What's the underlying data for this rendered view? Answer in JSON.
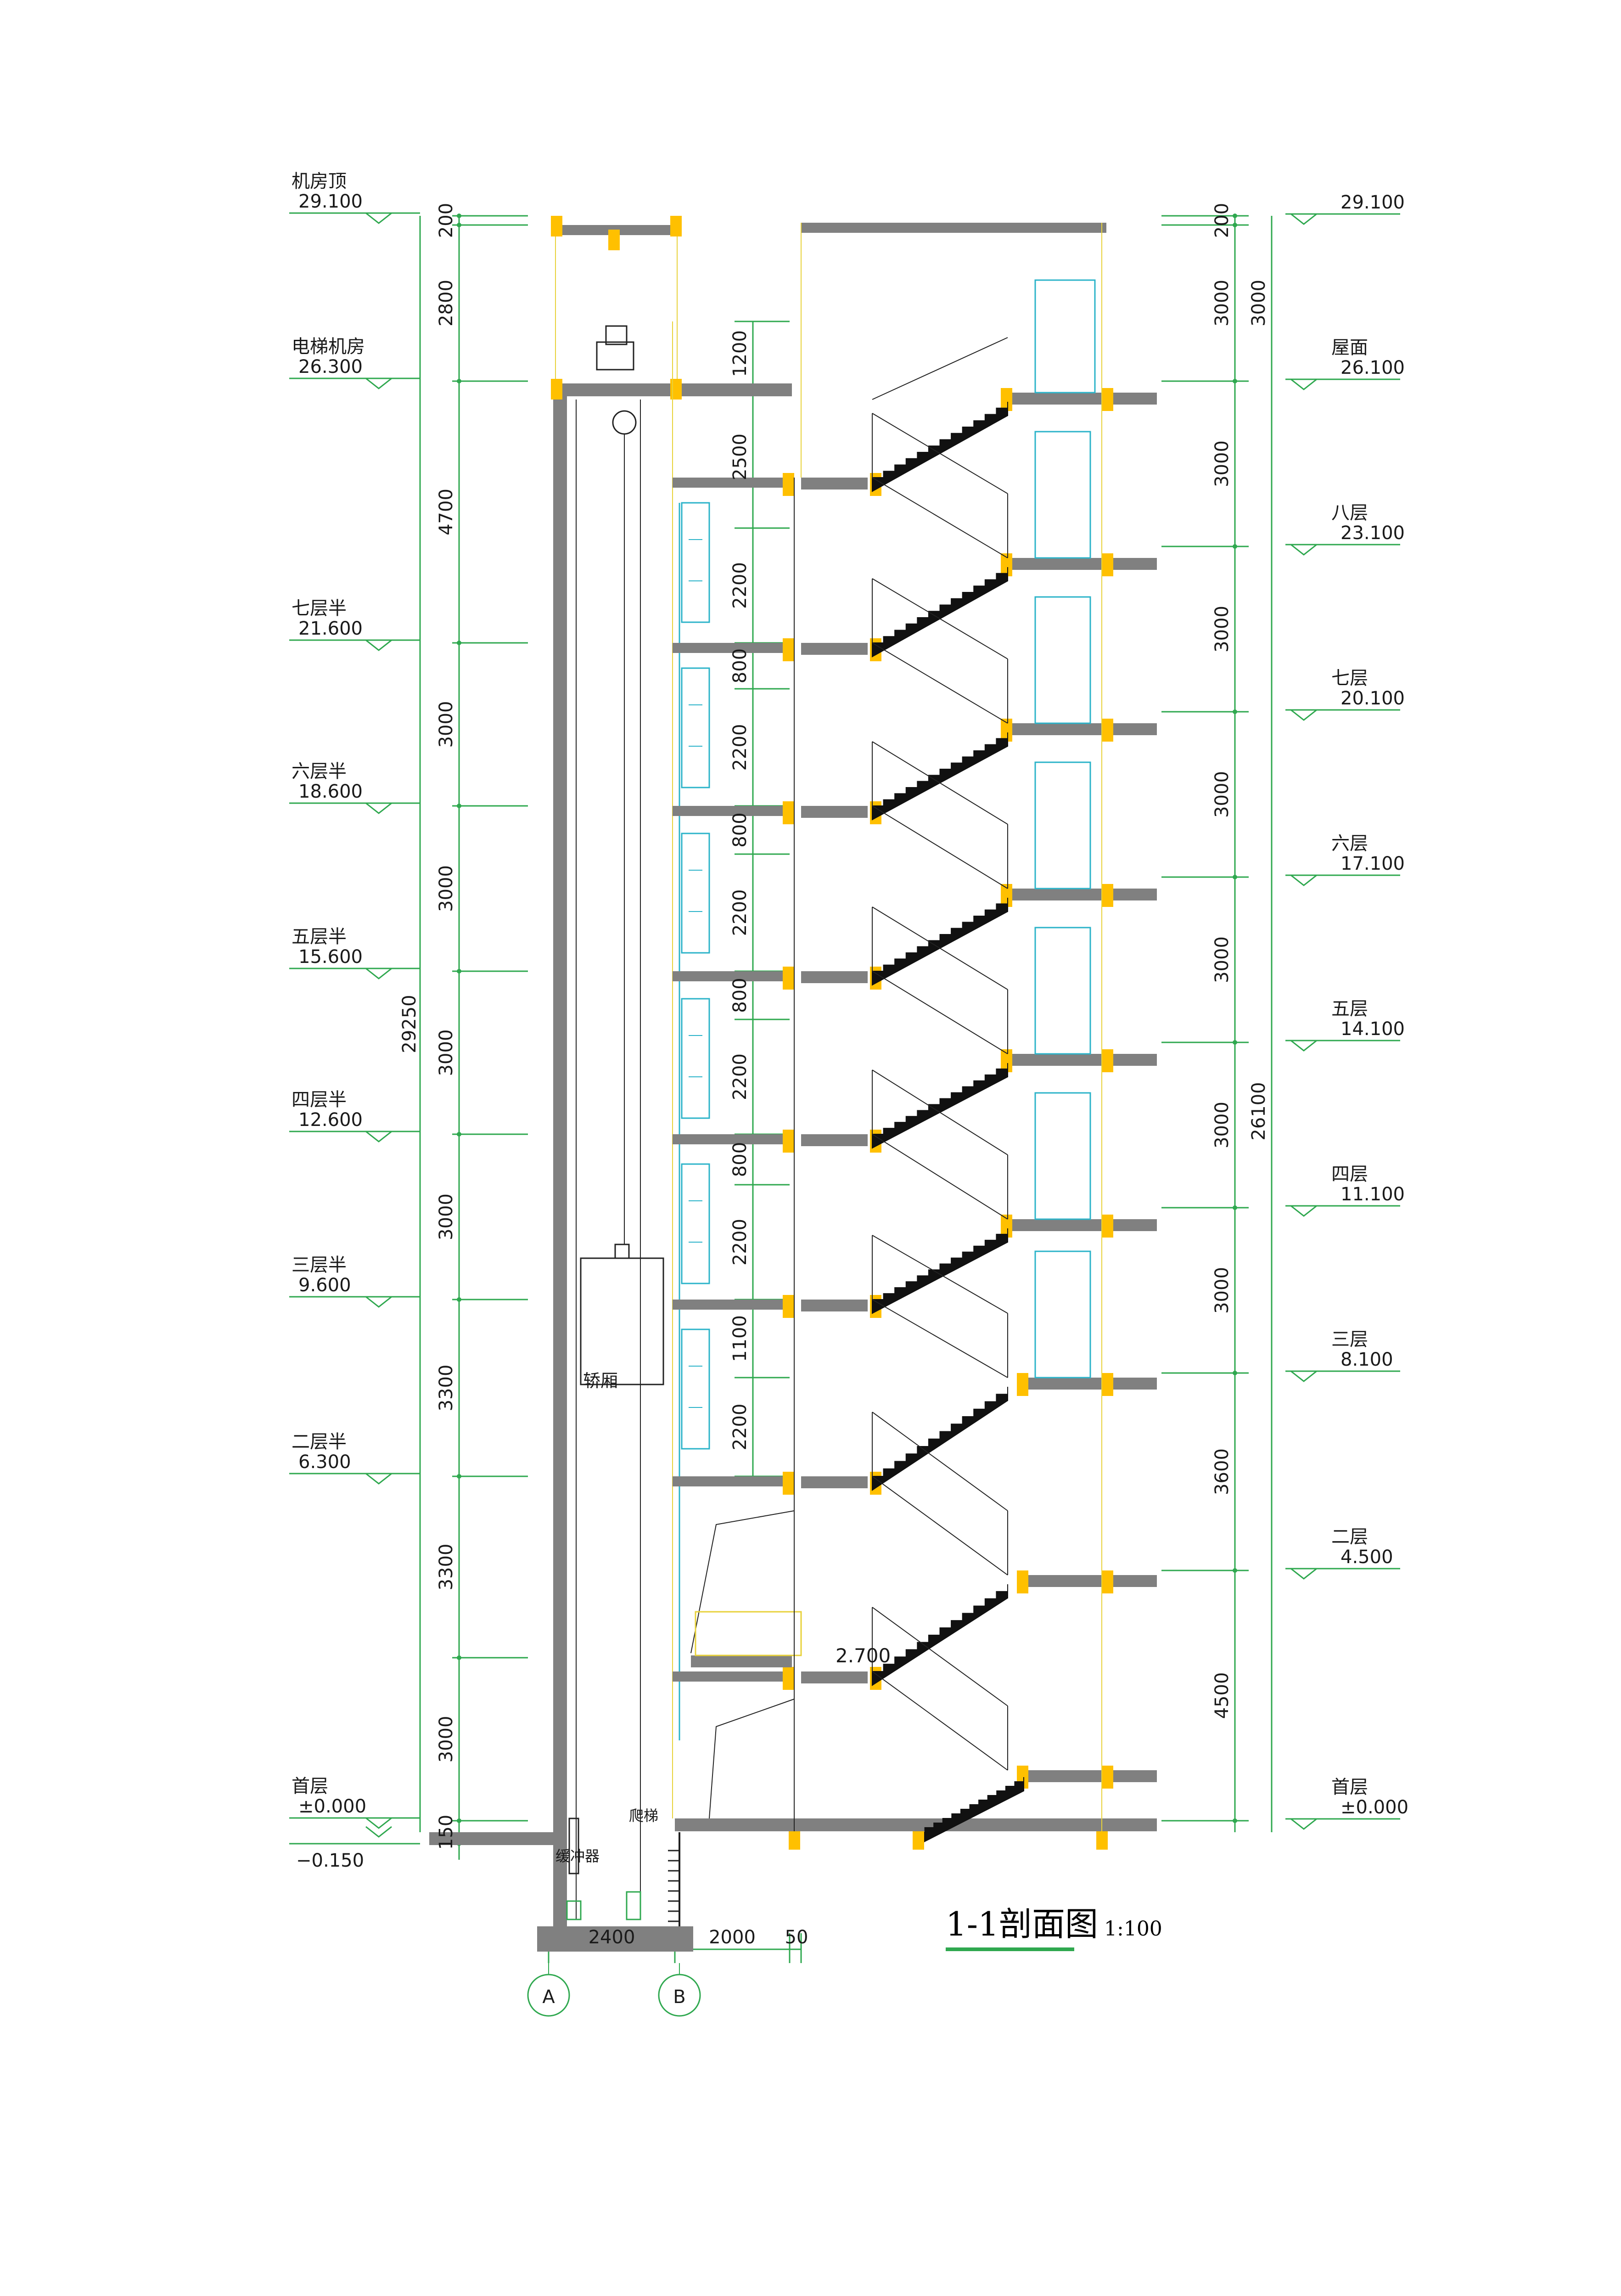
{
  "drawing": {
    "title": "1-1剖面图",
    "scale": "1:100"
  },
  "left_levels": [
    {
      "name": "机房顶",
      "value": "29.100"
    },
    {
      "name": "电梯机房",
      "value": "26.300"
    },
    {
      "name": "七层半",
      "value": "21.600"
    },
    {
      "name": "六层半",
      "value": "18.600"
    },
    {
      "name": "五层半",
      "value": "15.600"
    },
    {
      "name": "四层半",
      "value": "12.600"
    },
    {
      "name": "三层半",
      "value": "9.600"
    },
    {
      "name": "二层半",
      "value": "6.300"
    },
    {
      "name": "首层",
      "value": "±0.000"
    }
  ],
  "left_bottom_level": "−0.150",
  "right_levels": [
    {
      "name": "",
      "value": "29.100"
    },
    {
      "name": "屋面",
      "value": "26.100"
    },
    {
      "name": "八层",
      "value": "23.100"
    },
    {
      "name": "七层",
      "value": "20.100"
    },
    {
      "name": "六层",
      "value": "17.100"
    },
    {
      "name": "五层",
      "value": "14.100"
    },
    {
      "name": "四层",
      "value": "11.100"
    },
    {
      "name": "三层",
      "value": "8.100"
    },
    {
      "name": "二层",
      "value": "4.500"
    },
    {
      "name": "首层",
      "value": "±0.000"
    }
  ],
  "left_dims": [
    "200",
    "2800",
    "4700",
    "3000",
    "3000",
    "3000",
    "3000",
    "3300",
    "3300",
    "3000",
    "150"
  ],
  "left_total": "29250",
  "window_dims": [
    "1200",
    "2500",
    "2200",
    "800",
    "2200",
    "800",
    "2200",
    "800",
    "2200",
    "800",
    "2200",
    "1100",
    "2200"
  ],
  "right_dims": [
    "200",
    "3000",
    "3000",
    "3000",
    "3000",
    "3000",
    "3000",
    "3000",
    "3600",
    "4500"
  ],
  "right_dim_extra": "3000",
  "right_total": "26100",
  "bottom_dims": [
    "2400",
    "2000",
    "50"
  ],
  "axes": [
    "A",
    "B"
  ],
  "annotations": {
    "car": "轿厢",
    "ladder": "爬梯",
    "buffer": "缓冲器",
    "landing_level": "2.700"
  }
}
